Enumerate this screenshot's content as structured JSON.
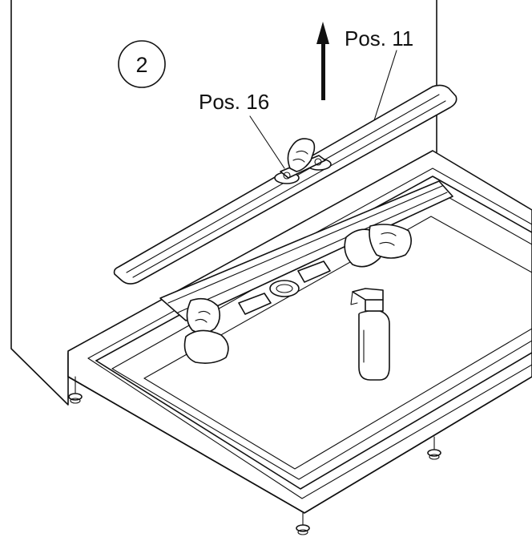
{
  "step": {
    "number": "2"
  },
  "callouts": {
    "pos11": "Pos. 11",
    "pos16": "Pos. 16"
  },
  "colors": {
    "line": "#111111",
    "background": "#ffffff"
  },
  "icons": [
    "up-arrow-icon",
    "spray-bottle-icon",
    "hand-with-cloth-icon"
  ]
}
